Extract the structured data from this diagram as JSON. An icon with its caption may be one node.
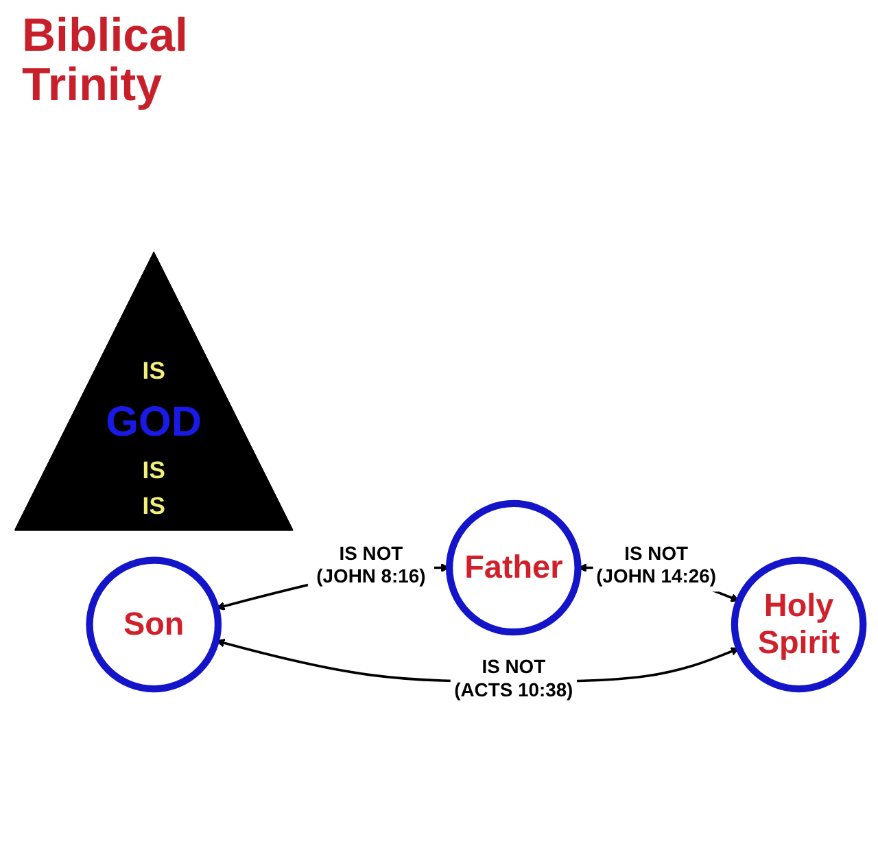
{
  "diagram": {
    "title": "Biblical Trinity",
    "nodes": [
      {
        "text": [
          "Father"
        ]
      },
      {
        "text": [
          "IS",
          "GOD",
          "IS",
          "IS"
        ]
      },
      {
        "text": [
          "Son"
        ]
      },
      {
        "text": [
          "Holy Spirit"
        ]
      }
    ],
    "edges": [
      {
        "from": 2,
        "to": 0,
        "arrow": "both",
        "label": "IS NOT (JOHN 8:16)"
      },
      {
        "from": 0,
        "to": 3,
        "arrow": "both",
        "label": "IS NOT (JOHN 14:26)"
      },
      {
        "from": 2,
        "to": 3,
        "arrow": "both",
        "label": "IS NOT (ACTS 10:38)"
      }
    ]
  }
}
